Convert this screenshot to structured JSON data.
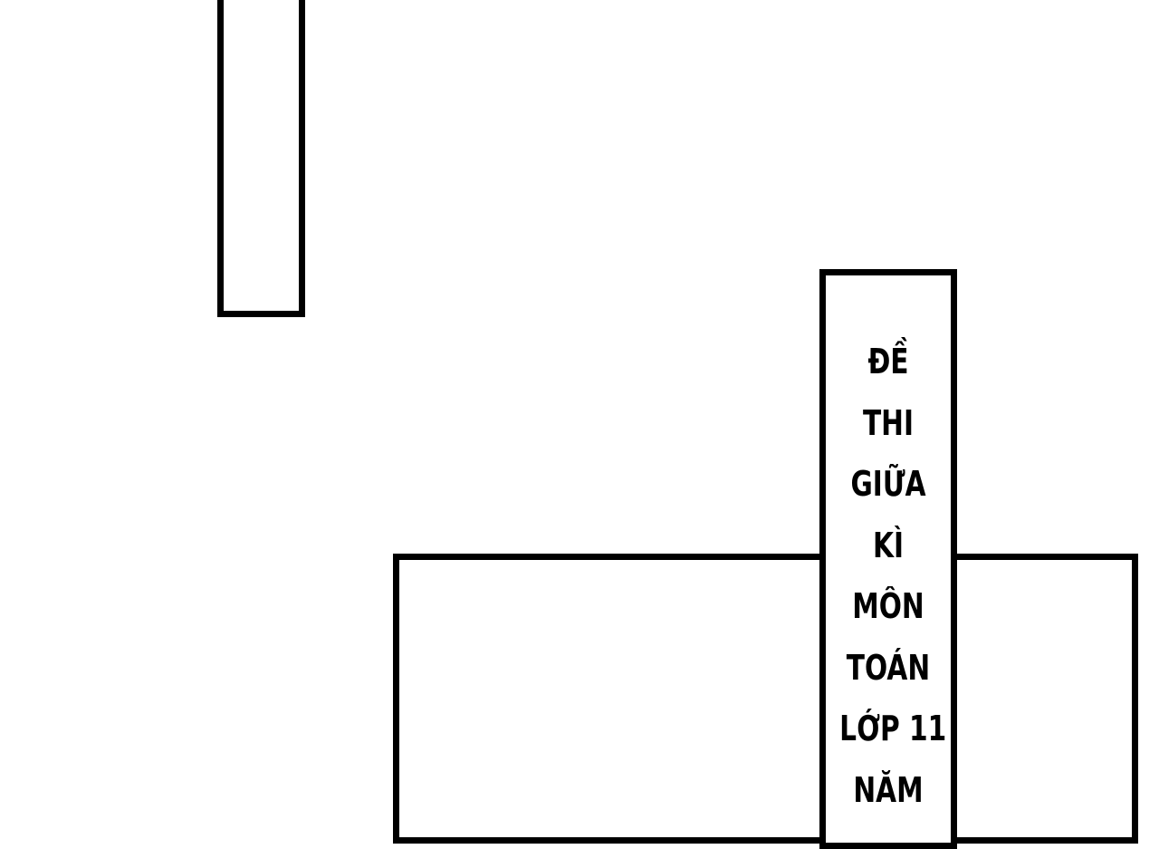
{
  "sign": {
    "lines": [
      "ĐỀ",
      "THI",
      "GIỮA",
      "KÌ",
      "MÔN",
      "TOÁN",
      "LỚP 11",
      "NĂM"
    ]
  },
  "colors": {
    "ink": "#000000",
    "paper": "#ffffff"
  }
}
